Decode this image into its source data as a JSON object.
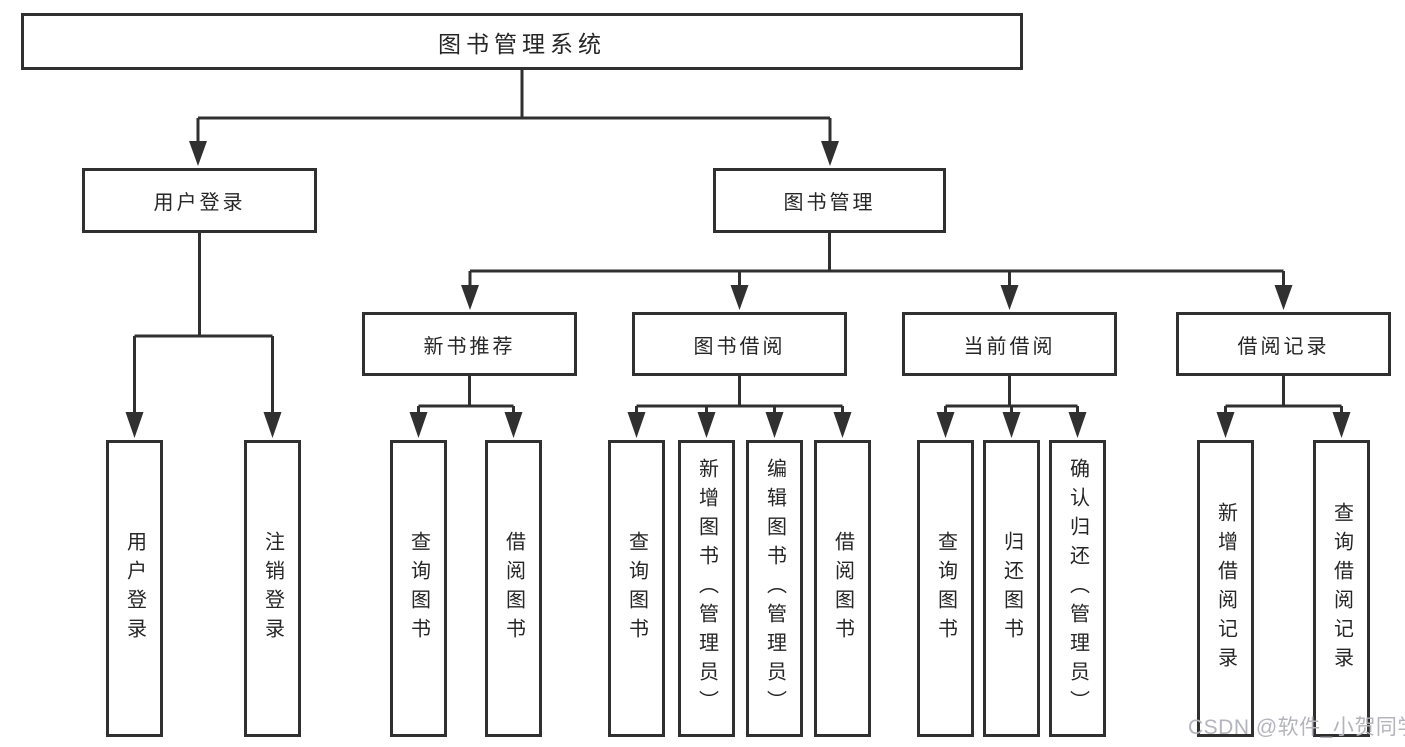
{
  "diagram": {
    "title": "图书管理系统",
    "root": {
      "label": "图书管理系统",
      "children": [
        {
          "label": "用户登录",
          "children": [
            {
              "label": "用户登录"
            },
            {
              "label": "注销登录"
            }
          ]
        },
        {
          "label": "图书管理",
          "children": [
            {
              "label": "新书推荐",
              "children": [
                {
                  "label": "查询图书"
                },
                {
                  "label": "借阅图书"
                }
              ]
            },
            {
              "label": "图书借阅",
              "children": [
                {
                  "label": "查询图书"
                },
                {
                  "label": "新增图书（管理员）"
                },
                {
                  "label": "编辑图书（管理员）"
                },
                {
                  "label": "借阅图书"
                }
              ]
            },
            {
              "label": "当前借阅",
              "children": [
                {
                  "label": "查询图书"
                },
                {
                  "label": "归还图书"
                },
                {
                  "label": "确认归还（管理员）"
                }
              ]
            },
            {
              "label": "借阅记录",
              "children": [
                {
                  "label": "新增借阅记录"
                },
                {
                  "label": "查询借阅记录"
                }
              ]
            }
          ]
        }
      ]
    },
    "colors": {
      "line": "#303030",
      "text": "#262626",
      "background": "#ffffff"
    }
  },
  "watermark": {
    "text": "CSDN @软件_小贺同学",
    "color": "#b4b4bc"
  }
}
